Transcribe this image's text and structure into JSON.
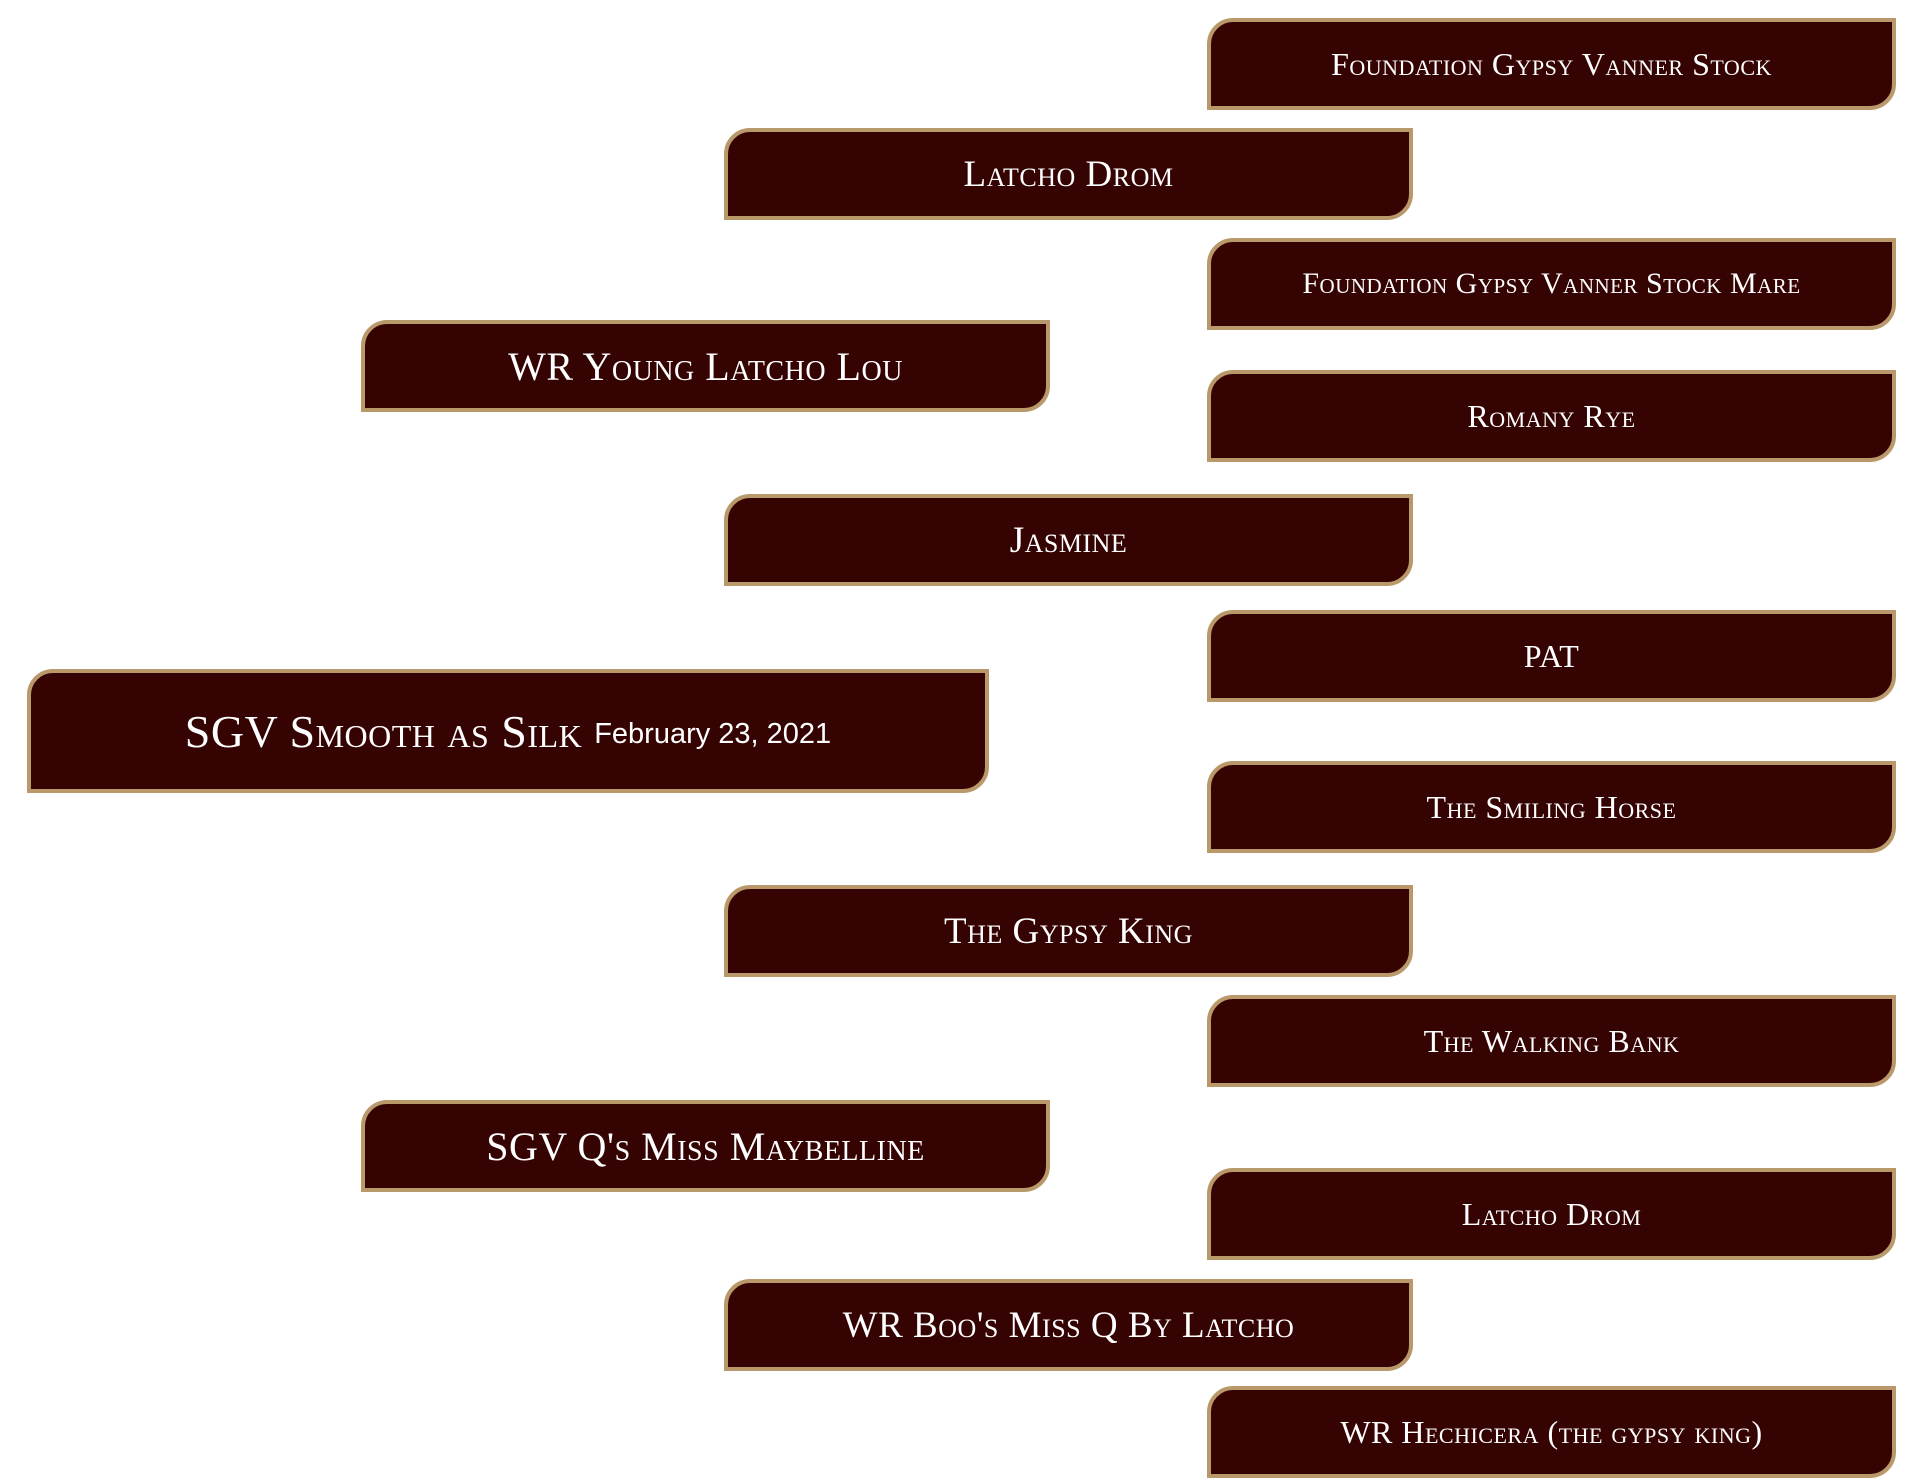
{
  "horse": {
    "name": "SGV Smooth as Silk",
    "dob": "February 23, 2021"
  },
  "sire": {
    "name": "WR Young Latcho Lou"
  },
  "dam": {
    "name": "SGV Q's Miss Maybelline"
  },
  "sire_sire": {
    "name": "Latcho Drom"
  },
  "sire_dam": {
    "name": "Jasmine"
  },
  "dam_sire": {
    "name": "The Gypsy King"
  },
  "dam_dam": {
    "name": "WR Boo's Miss Q By Latcho"
  },
  "sire_sire_sire": {
    "name": "Foundation Gypsy Vanner Stock"
  },
  "sire_sire_dam": {
    "name": "Foundation Gypsy Vanner Stock Mare"
  },
  "sire_dam_sire": {
    "name": "Romany Rye"
  },
  "sire_dam_dam": {
    "name": "PAT"
  },
  "dam_sire_sire": {
    "name": "The Smiling Horse"
  },
  "dam_sire_dam": {
    "name": "The Walking Bank"
  },
  "dam_dam_sire": {
    "name": "Latcho Drom"
  },
  "dam_dam_dam": {
    "name": "WR Hechicera (the gypsy king)"
  }
}
